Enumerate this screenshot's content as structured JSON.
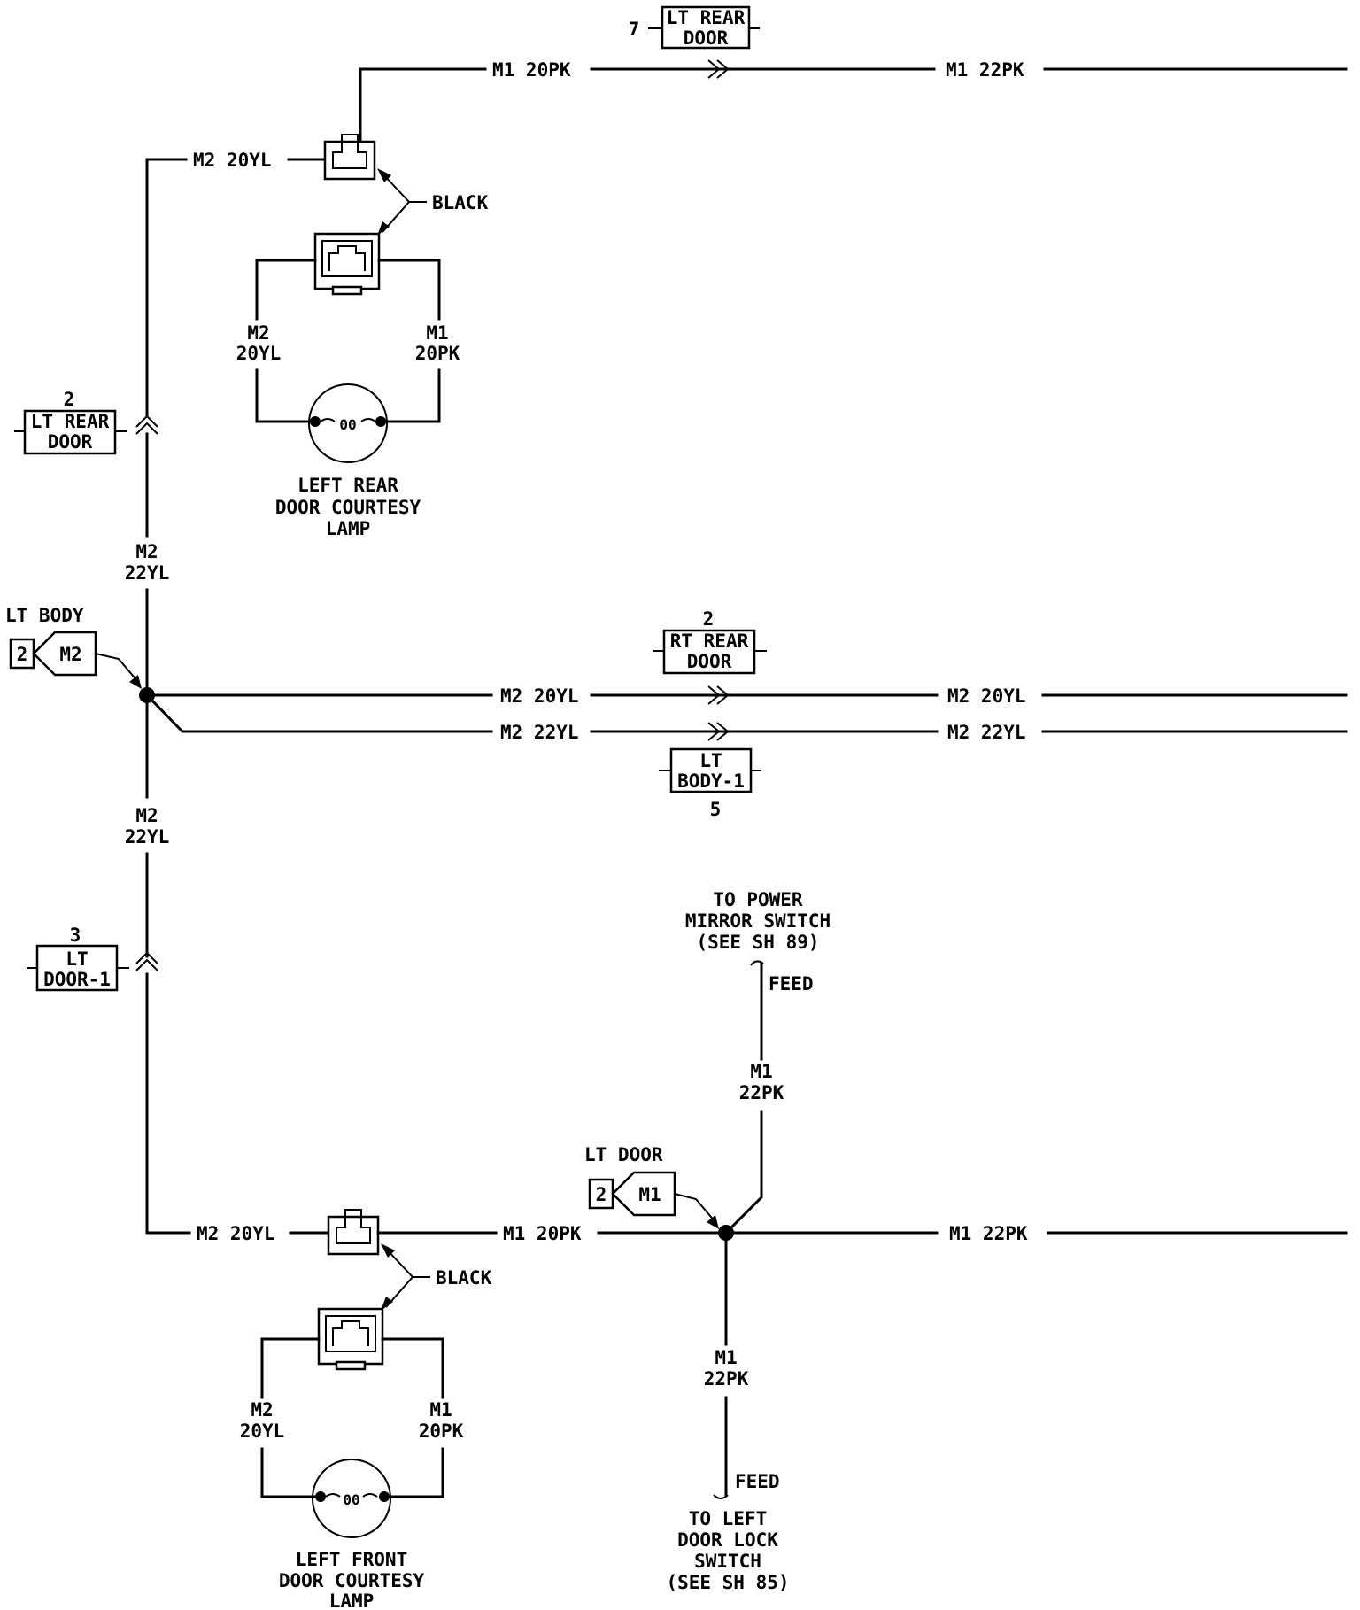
{
  "connectors_top": {
    "pin": "7",
    "line1": "LT REAR",
    "line2": "DOOR"
  },
  "connector_lt_rear_door": {
    "pin": "2",
    "line1": "LT REAR",
    "line2": "DOOR"
  },
  "connector_rt_rear_door": {
    "pin": "2",
    "line1": "RT REAR",
    "line2": "DOOR"
  },
  "connector_lt_body_1": {
    "pin": "5",
    "line1": "LT",
    "line2": "BODY-1"
  },
  "connector_lt_door_1": {
    "pin": "3",
    "line1": "LT",
    "line2": "DOOR-1"
  },
  "splice_lt_body": {
    "title": "LT BODY",
    "pin": "2",
    "code": "M2"
  },
  "splice_lt_door": {
    "title": "LT DOOR",
    "pin": "2",
    "code": "M1"
  },
  "wires": {
    "top_left": "M1 20PK",
    "top_right": "M1 22PK",
    "rear_m2_feed": "M2 20YL",
    "rear_lamp_left_1": "M2",
    "rear_lamp_left_2": "20YL",
    "rear_lamp_right_1": "M1",
    "rear_lamp_right_2": "20PK",
    "trunk_upper_1": "M2",
    "trunk_upper_2": "22YL",
    "mid1_left": "M2 20YL",
    "mid1_right": "M2 20YL",
    "mid2_left": "M2 22YL",
    "mid2_right": "M2 22YL",
    "trunk_lower_1": "M2",
    "trunk_lower_2": "22YL",
    "front_m2_feed": "M2 20YL",
    "front_m1": "M1 20PK",
    "front_right": "M1 22PK",
    "front_lamp_left_1": "M2",
    "front_lamp_left_2": "20YL",
    "front_lamp_right_1": "M1",
    "front_lamp_right_2": "20PK",
    "mirror_1": "M1",
    "mirror_2": "22PK",
    "lock_1": "M1",
    "lock_2": "22PK"
  },
  "labels": {
    "black_rear": "BLACK",
    "black_front": "BLACK",
    "lamp_rear_1": "LEFT REAR",
    "lamp_rear_2": "DOOR COURTESY",
    "lamp_rear_3": "LAMP",
    "lamp_front_1": "LEFT FRONT",
    "lamp_front_2": "DOOR COURTESY",
    "lamp_front_3": "LAMP",
    "mirror_1": "TO POWER",
    "mirror_2": "MIRROR SWITCH",
    "mirror_3": "(SEE SH 89)",
    "mirror_feed": "FEED",
    "lock_feed": "FEED",
    "lock_1": "TO LEFT",
    "lock_2": "DOOR LOCK",
    "lock_3": "SWITCH",
    "lock_4": "(SEE SH 85)"
  },
  "lamp_symbol": "00"
}
